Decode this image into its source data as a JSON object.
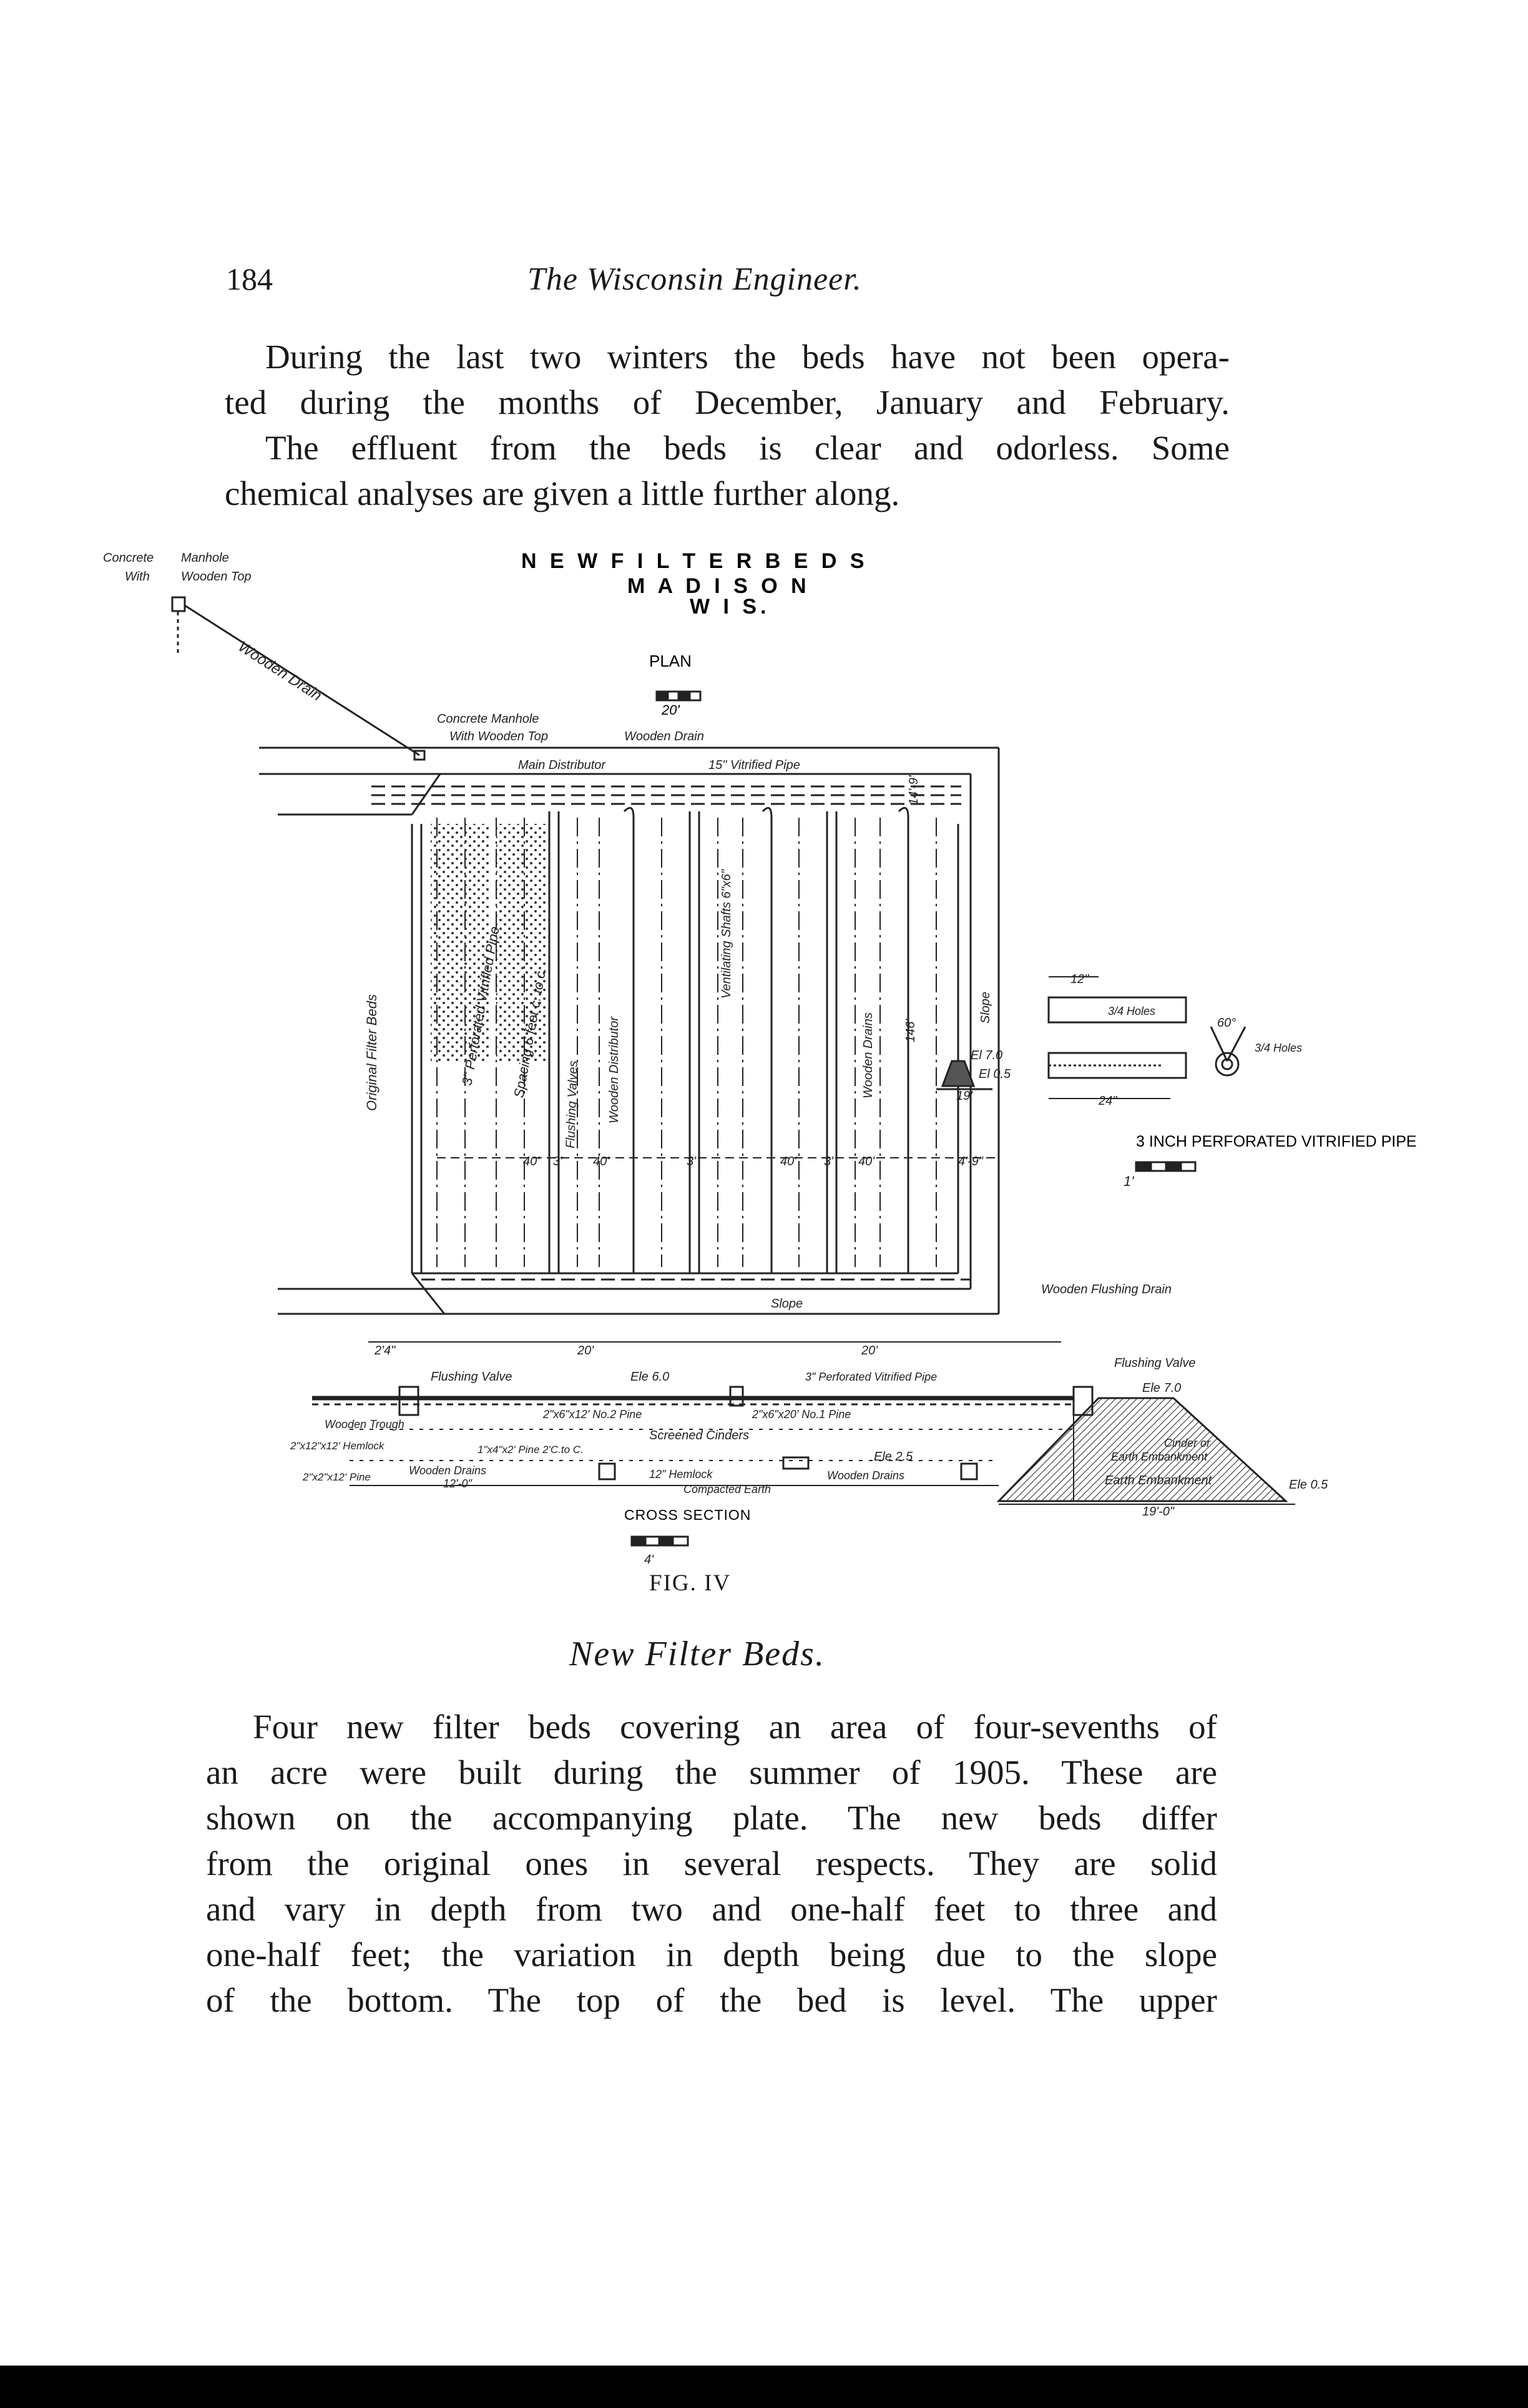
{
  "header": {
    "page_number": "184",
    "journal_title": "The Wisconsin Engineer."
  },
  "paragraph_top": [
    "During the last two winters the beds have not been opera-",
    "ted during the months of December, January and February.",
    "The effluent from the beds is clear and odorless. Some",
    "chemical analyses are given a little further along."
  ],
  "figure": {
    "title_lines": [
      "N E W   F I L T E R   B E D S",
      "M A D I S O N",
      "W I S."
    ],
    "plan_label": "PLAN",
    "plan_scale": "20'",
    "corner_labels": [
      "Concrete",
      "With",
      "Manhole",
      "Wooden Top"
    ],
    "wooden_drain": "Wooden Drain",
    "manhole_label": [
      "Concrete Manhole",
      "With Wooden Top"
    ],
    "wooden_drain_top": "Wooden Drain",
    "main_distributor": "Main Distributor",
    "vitrified_pipe": "15\" Vitrified Pipe",
    "dim_14": "14'-9\"",
    "original_filter_beds": "Original Filter Beds",
    "perforated_pipe_vertical": "3\" Perforated Vitrified Pipe",
    "spacing": "Spacing 6 feet c. to c.",
    "flushing_valves": "Flushing Valves",
    "wooden_distributor": "Wooden Distributor",
    "ventilating_shafts": "Ventilating Shafts 6\"x6\"",
    "wooden_drains": "Wooden Drains",
    "dim_146": "146'",
    "slope_right": "Slope",
    "el_70": "El 7.0",
    "el_05": "El 0.5",
    "dim_19": "19'",
    "dims_40": [
      "40'",
      "3'",
      "40'",
      "3'",
      "40'",
      "3'",
      "40'",
      "4'-9\""
    ],
    "slope_bottom": "Slope",
    "wooden_flushing_drain": "Wooden Flushing Drain",
    "pipe_detail": {
      "dim_12": "12\"",
      "holes": "3/4 Holes",
      "angle": "60°",
      "holes2": "3/4 Holes",
      "dim_24": "24\"",
      "title": "3 INCH PERFORATED VITRIFIED PIPE",
      "scale": "1'"
    },
    "cross_section": {
      "dim_24": "2'4\"",
      "dim_20a": "20'",
      "dim_20b": "20'",
      "flushing_valve_l": "Flushing Valve",
      "flushing_valve_r": "Flushing Valve",
      "ele_60": "Ele 6.0",
      "perf_pipe": "3\" Perforated Vitrified Pipe",
      "ele_70": "Ele 7.0",
      "wooden_trough": "Wooden Trough",
      "pine_12": "2\"x6\"x12' No.2 Pine",
      "pine_20": "2\"x6\"x20' No.1 Pine",
      "screened_cinders": "Screened Cinders",
      "hemlock_a": "2\"x12\"x12' Hemlock",
      "pine_cc": "1\"x4\"x2' Pine 2'C.to C.",
      "ele_25": "Ele 2.5",
      "pine_b": "2\"x2\"x12' Pine",
      "wooden_drains_l": "Wooden Drains",
      "dim_120": "12'-0\"",
      "hemlock_b": "12\" Hemlock",
      "compacted_earth": "Compacted Earth",
      "wooden_drains_r": "Wooden Drains",
      "cinder_embank": [
        "Cinder or",
        "Earth Embankment"
      ],
      "earth_embank": "Earth Embankment",
      "ele_05": "Ele 0.5",
      "dim_190": "19'-0\"",
      "label": "CROSS SECTION",
      "scale": "4'"
    },
    "fig_label": "FIG. IV"
  },
  "caption": "New Filter Beds.",
  "paragraph_bottom": [
    "Four new filter beds covering an area of four-sevenths of",
    "an acre were built during the summer of 1905. These are",
    "shown on the accompanying plate. The new beds differ",
    "from the original ones in several respects. They are solid",
    "and vary in depth from two and one-half feet to three and",
    "one-half feet; the variation in depth being due to the slope",
    "of the bottom. The top of the bed is level. The upper"
  ]
}
